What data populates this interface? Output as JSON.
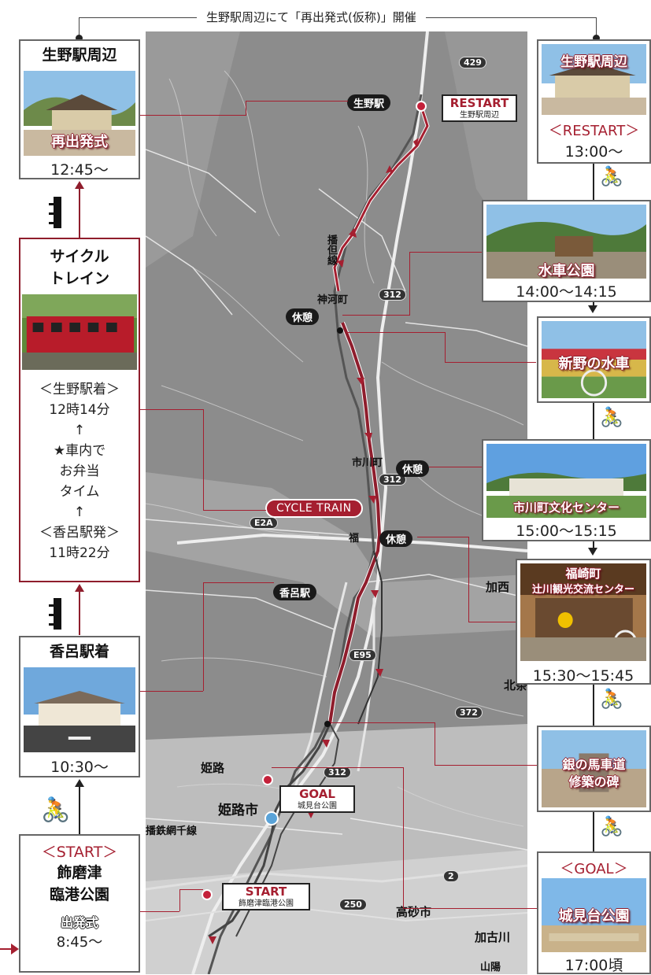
{
  "header": {
    "text": "生野駅周辺にて「再出発式(仮称)」開催"
  },
  "left": {
    "ikuno": {
      "title": "生野駅周辺",
      "overlay": "再出発式",
      "time": "12:45〜"
    },
    "cycle_train": {
      "title_line1": "サイクル",
      "title_line2": "トレイン",
      "lines": [
        "＜生野駅着＞",
        "12時14分",
        "↑",
        "★車内で",
        "お弁当",
        "タイム",
        "↑",
        "＜香呂駅発＞",
        "11時22分"
      ]
    },
    "koro": {
      "title": "香呂駅着",
      "time": "10:30〜"
    },
    "start": {
      "title": "＜START＞",
      "name_line1": "飾磨津",
      "name_line2": "臨港公園",
      "label": "出発式",
      "time": "8:45〜"
    }
  },
  "right": {
    "restart": {
      "overlay": "生野駅周辺",
      "label": "＜RESTART＞",
      "time": "13:00〜"
    },
    "suisha": {
      "overlay": "水車公園",
      "time": "14:00〜14:15"
    },
    "shinno": {
      "overlay": "新野の水車"
    },
    "ichikawa": {
      "overlay": "市川町文化センター",
      "time": "15:00〜15:15"
    },
    "fukusaki": {
      "overlay1": "福崎町",
      "overlay2": "辻川観光交流センター",
      "time": "15:30〜15:45"
    },
    "ginno": {
      "overlay1": "銀の馬車道",
      "overlay2": "修築の碑"
    },
    "goal": {
      "label": "＜GOAL＞",
      "overlay": "城見台公園",
      "time": "17:00頃"
    }
  },
  "map": {
    "ikuno_station": "生野駅",
    "restart_main": "RESTART",
    "restart_sub": "生野駅周辺",
    "bantan_line": "播但線",
    "kamikawa": "神河町",
    "rest1": "休憩",
    "ichikawa_town": "市川町",
    "rest2": "休憩",
    "fuku": "福",
    "rest3": "休憩",
    "cycle_train": "CYCLE TRAIN",
    "koro_station": "香呂駅",
    "kasai": "加西",
    "kitaf": "北条",
    "himeji": "姫路",
    "himeji_city": "姫路市",
    "goal_main": "GOAL",
    "goal_sub": "城見台公園",
    "start_main": "START",
    "start_sub": "飾磨津臨港公園",
    "line_name": "播鉄網千線",
    "takasago": "高砂市",
    "kakogawa": "加古川",
    "sanyo": "山陽",
    "roads": {
      "r429": "429",
      "r312a": "312",
      "r312b": "312",
      "e2a": "E2A",
      "e95": "E95",
      "r372a": "372",
      "r312c": "312",
      "r2": "2",
      "r250": "250"
    }
  }
}
